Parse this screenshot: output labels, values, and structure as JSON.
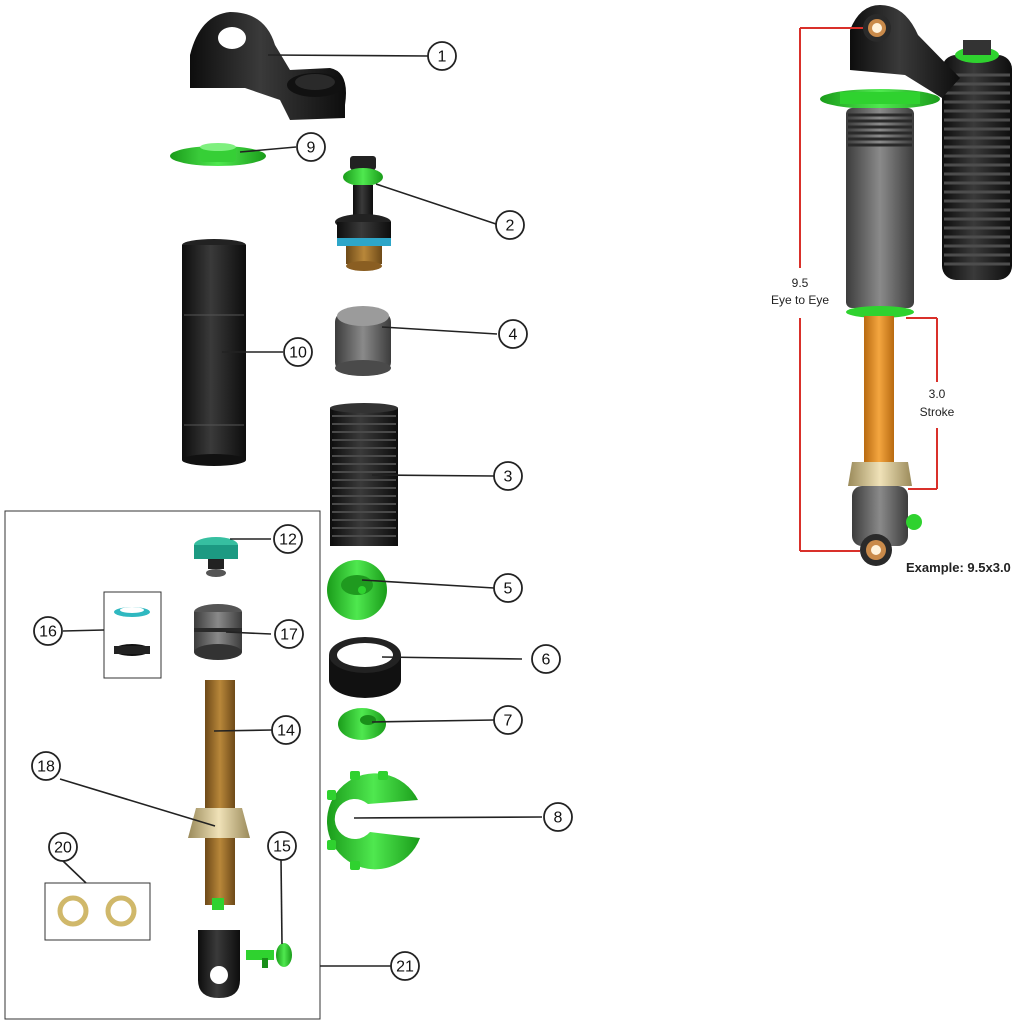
{
  "callouts": [
    "1",
    "2",
    "3",
    "4",
    "5",
    "6",
    "7",
    "8",
    "9",
    "10",
    "12",
    "14",
    "15",
    "16",
    "17",
    "18",
    "20",
    "21"
  ],
  "dimension": {
    "eye_value": "9.5",
    "eye_label": "Eye to Eye",
    "stroke_value": "3.0",
    "stroke_label": "Stroke",
    "example": "Example: 9.5x3.0"
  },
  "colors": {
    "green": "#2fd22f",
    "dark_green": "#1a8f1a",
    "black": "#1c1c1c",
    "gray": "#6f6f6f",
    "bronze": "#a8732a",
    "orange": "#e08a1e",
    "gold": "#d8c79a",
    "teal": "#2fb8c0",
    "dim_red": "#d9302a"
  }
}
